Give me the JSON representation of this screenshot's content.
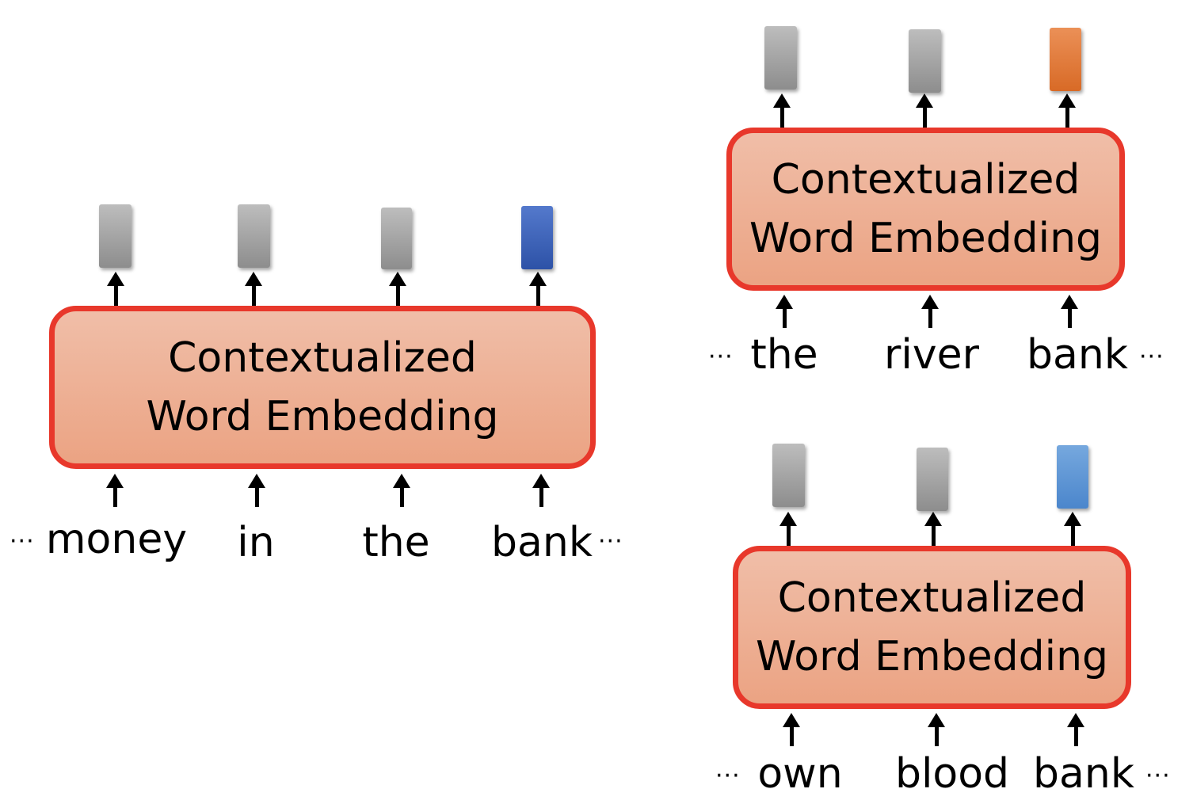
{
  "colors": {
    "box_border": "#e8382b",
    "box_fill_top": "#f0bea8",
    "box_fill_bottom": "#eba383",
    "vector_gray": "#a5a5a5",
    "vector_dark_blue": "#3a60b8",
    "vector_orange": "#e07a38",
    "vector_light_blue": "#5f97d6"
  },
  "ellipsis": "···",
  "panels": {
    "left": {
      "box_lines": [
        "Contextualized",
        "Word Embedding"
      ],
      "tokens": [
        "money",
        "in",
        "the",
        "bank"
      ],
      "vector_colors": [
        "gray",
        "gray",
        "gray",
        "dark-blue"
      ]
    },
    "top_right": {
      "box_lines": [
        "Contextualized",
        "Word Embedding"
      ],
      "tokens": [
        "the",
        "river",
        "bank"
      ],
      "vector_colors": [
        "gray",
        "gray",
        "orange"
      ]
    },
    "bottom_right": {
      "box_lines": [
        "Contextualized",
        "Word Embedding"
      ],
      "tokens": [
        "own",
        "blood",
        "bank"
      ],
      "vector_colors": [
        "gray",
        "gray",
        "light-blue"
      ]
    }
  }
}
